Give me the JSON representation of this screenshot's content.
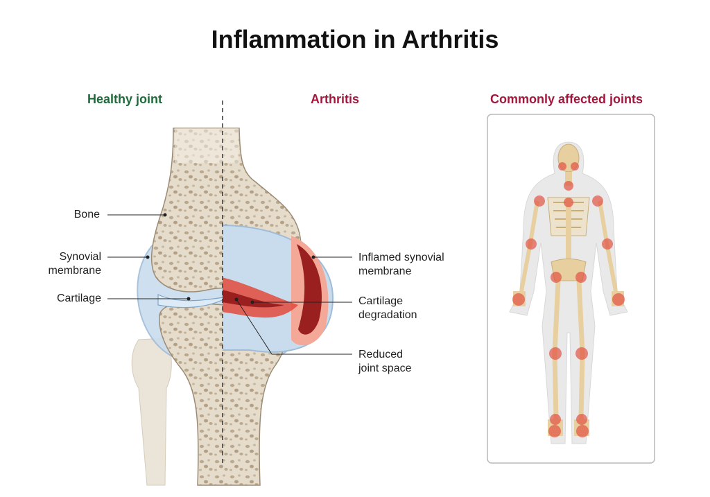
{
  "title": "Inflammation in Arthritis",
  "sections": {
    "healthy": "Healthy joint",
    "arthritis": "Arthritis",
    "affected": "Commonly affected joints"
  },
  "labels": {
    "bone": "Bone",
    "synovial_1": "Synovial",
    "synovial_2": "membrane",
    "cartilage": "Cartilage",
    "inflamed_1": "Inflamed synovial",
    "inflamed_2": "membrane",
    "degradation_1": "Cartilage",
    "degradation_2": "degradation",
    "reduced_1": "Reduced",
    "reduced_2": "joint space"
  },
  "colors": {
    "healthy_heading": "#1e6b3a",
    "arthritis_heading": "#a3173d",
    "bone": "#e3d8c6",
    "bone_spots": "#b9a891",
    "synovial": "#bfd5ea",
    "inflamed": "#e24a3b",
    "inflamed_dark": "#9a1f1f",
    "skeleton": "#e7cfa0"
  }
}
